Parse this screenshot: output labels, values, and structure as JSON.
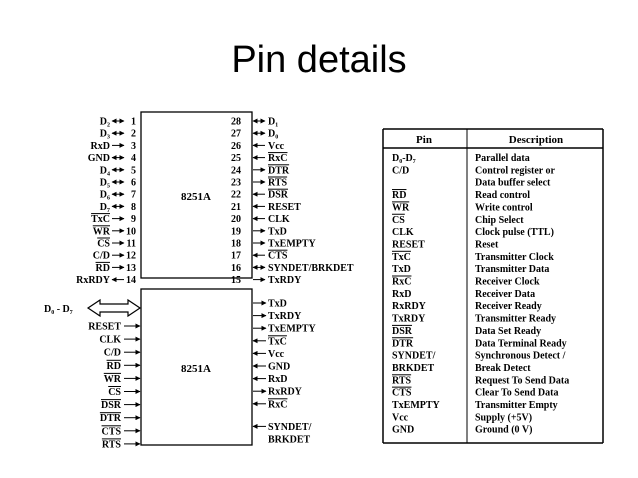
{
  "slide": {
    "title": "Pin details"
  },
  "chip_top": {
    "name": "8251A",
    "left_pins": [
      {
        "n": "1",
        "label": "D₂",
        "dir": "bi",
        "bar": false
      },
      {
        "n": "2",
        "label": "D₃",
        "dir": "bi",
        "bar": false
      },
      {
        "n": "3",
        "label": "RxD",
        "dir": "in",
        "bar": false
      },
      {
        "n": "4",
        "label": "GND",
        "dir": "bi",
        "bar": false
      },
      {
        "n": "5",
        "label": "D₄",
        "dir": "bi",
        "bar": false
      },
      {
        "n": "6",
        "label": "D₅",
        "dir": "bi",
        "bar": false
      },
      {
        "n": "7",
        "label": "D₆",
        "dir": "bi",
        "bar": false
      },
      {
        "n": "8",
        "label": "D₇",
        "dir": "bi",
        "bar": false
      },
      {
        "n": "9",
        "label": "TxC",
        "dir": "in",
        "bar": true
      },
      {
        "n": "10",
        "label": "WR",
        "dir": "in",
        "bar": true
      },
      {
        "n": "11",
        "label": "CS",
        "dir": "in",
        "bar": true
      },
      {
        "n": "12",
        "label": "C/D",
        "dir": "in",
        "bar": false
      },
      {
        "n": "13",
        "label": "RD",
        "dir": "in",
        "bar": true
      },
      {
        "n": "14",
        "label": "RxRDY",
        "dir": "out",
        "bar": false
      }
    ],
    "right_pins": [
      {
        "n": "28",
        "label": "D₁",
        "dir": "bi",
        "bar": false
      },
      {
        "n": "27",
        "label": "D₀",
        "dir": "bi",
        "bar": false
      },
      {
        "n": "26",
        "label": "Vcc",
        "dir": "in",
        "bar": false
      },
      {
        "n": "25",
        "label": "RxC",
        "dir": "in",
        "bar": true
      },
      {
        "n": "24",
        "label": "DTR",
        "dir": "out",
        "bar": true
      },
      {
        "n": "23",
        "label": "RTS",
        "dir": "out",
        "bar": true
      },
      {
        "n": "22",
        "label": "DSR",
        "dir": "in",
        "bar": true
      },
      {
        "n": "21",
        "label": "RESET",
        "dir": "in",
        "bar": false
      },
      {
        "n": "20",
        "label": "CLK",
        "dir": "in",
        "bar": false
      },
      {
        "n": "19",
        "label": "TxD",
        "dir": "out",
        "bar": false
      },
      {
        "n": "18",
        "label": "TxEMPTY",
        "dir": "out",
        "bar": false
      },
      {
        "n": "17",
        "label": "CTS",
        "dir": "in",
        "bar": true
      },
      {
        "n": "16",
        "label": "SYNDET/BRKDET",
        "dir": "bi",
        "bar": false
      },
      {
        "n": "15",
        "label": "TxRDY",
        "dir": "out",
        "bar": false
      }
    ]
  },
  "chip_bottom": {
    "name": "8251A",
    "bus_label": "D₀ - D₇",
    "left_pins": [
      {
        "label": "RESET",
        "bar": false
      },
      {
        "label": "CLK",
        "bar": false
      },
      {
        "label": "C/D",
        "bar": false
      },
      {
        "label": "RD",
        "bar": true
      },
      {
        "label": "WR",
        "bar": true
      },
      {
        "label": "CS",
        "bar": true
      },
      {
        "label": "DSR",
        "bar": true
      },
      {
        "label": "DTR",
        "bar": true
      },
      {
        "label": "CTS",
        "bar": true
      },
      {
        "label": "RTS",
        "bar": true
      }
    ],
    "right_pins": [
      {
        "label": "TxD",
        "bar": false
      },
      {
        "label": "TxRDY",
        "bar": false
      },
      {
        "label": "TxEMPTY",
        "bar": false
      },
      {
        "label": "TxC",
        "bar": true
      },
      {
        "label": "Vcc",
        "bar": false
      },
      {
        "label": "GND",
        "bar": false
      },
      {
        "label": "RxD",
        "bar": false
      },
      {
        "label": "RxRDY",
        "bar": false
      },
      {
        "label": "RxC",
        "bar": true
      },
      {
        "label": "SYNDET/",
        "bar": false
      },
      {
        "label": "BRKDET",
        "bar": false
      }
    ]
  },
  "pin_table": {
    "headers": [
      "Pin",
      "Description"
    ],
    "rows": [
      {
        "pin": "D₀-D₇",
        "desc": "Parallel data",
        "bar": false
      },
      {
        "pin": "C/D",
        "desc": "Control register or",
        "bar": false
      },
      {
        "pin": "",
        "desc": "Data buffer select",
        "bar": false
      },
      {
        "pin": "RD",
        "desc": "Read control",
        "bar": true
      },
      {
        "pin": "WR",
        "desc": "Write control",
        "bar": true
      },
      {
        "pin": "CS",
        "desc": "Chip Select",
        "bar": true
      },
      {
        "pin": "CLK",
        "desc": "Clock pulse (TTL)",
        "bar": false
      },
      {
        "pin": "RESET",
        "desc": "Reset",
        "bar": false
      },
      {
        "pin": "TxC",
        "desc": "Transmitter Clock",
        "bar": true
      },
      {
        "pin": "TxD",
        "desc": "Transmitter Data",
        "bar": false
      },
      {
        "pin": "RxC",
        "desc": "Receiver Clock",
        "bar": true
      },
      {
        "pin": "RxD",
        "desc": "Receiver Data",
        "bar": false
      },
      {
        "pin": "RxRDY",
        "desc": "Receiver Ready",
        "bar": false
      },
      {
        "pin": "TxRDY",
        "desc": "Transmitter Ready",
        "bar": false
      },
      {
        "pin": "DSR",
        "desc": "Data Set Ready",
        "bar": true
      },
      {
        "pin": "DTR",
        "desc": "Data Terminal Ready",
        "bar": true
      },
      {
        "pin": "SYNDET/",
        "desc": "Synchronous Detect /",
        "bar": false
      },
      {
        "pin": "BRKDET",
        "desc": "Break Detect",
        "bar": false
      },
      {
        "pin": "RTS",
        "desc": "Request To Send Data",
        "bar": true
      },
      {
        "pin": "CTS",
        "desc": "Clear To Send Data",
        "bar": true
      },
      {
        "pin": "TxEMPTY",
        "desc": "Transmitter Empty",
        "bar": false
      },
      {
        "pin": "Vcc",
        "desc": "Supply (+5V)",
        "bar": false
      },
      {
        "pin": "GND",
        "desc": "Ground (0 V)",
        "bar": false
      }
    ]
  }
}
